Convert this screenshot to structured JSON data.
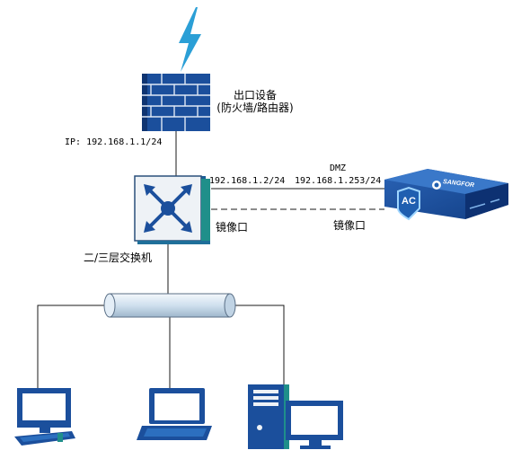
{
  "firewall": {
    "label_line1": "出口设备",
    "label_line2": "(防火墙/路由器)",
    "ip": "IP: 192.168.1.1/24"
  },
  "switch": {
    "label": "二/三层交换机",
    "ip": "192.168.1.2/24",
    "mirror_label": "镜像口"
  },
  "ac": {
    "zone": "DMZ",
    "ip": "192.168.1.253/24",
    "mirror_label": "镜像口",
    "badge": "AC",
    "brand": "SANGFOR"
  },
  "colors": {
    "device_blue": "#1b4f9c",
    "line": "#1a1a1a",
    "bolt": "#2b9fd6",
    "bus_fill": "#d7e6f2",
    "bus_stroke": "#5a6f86"
  }
}
